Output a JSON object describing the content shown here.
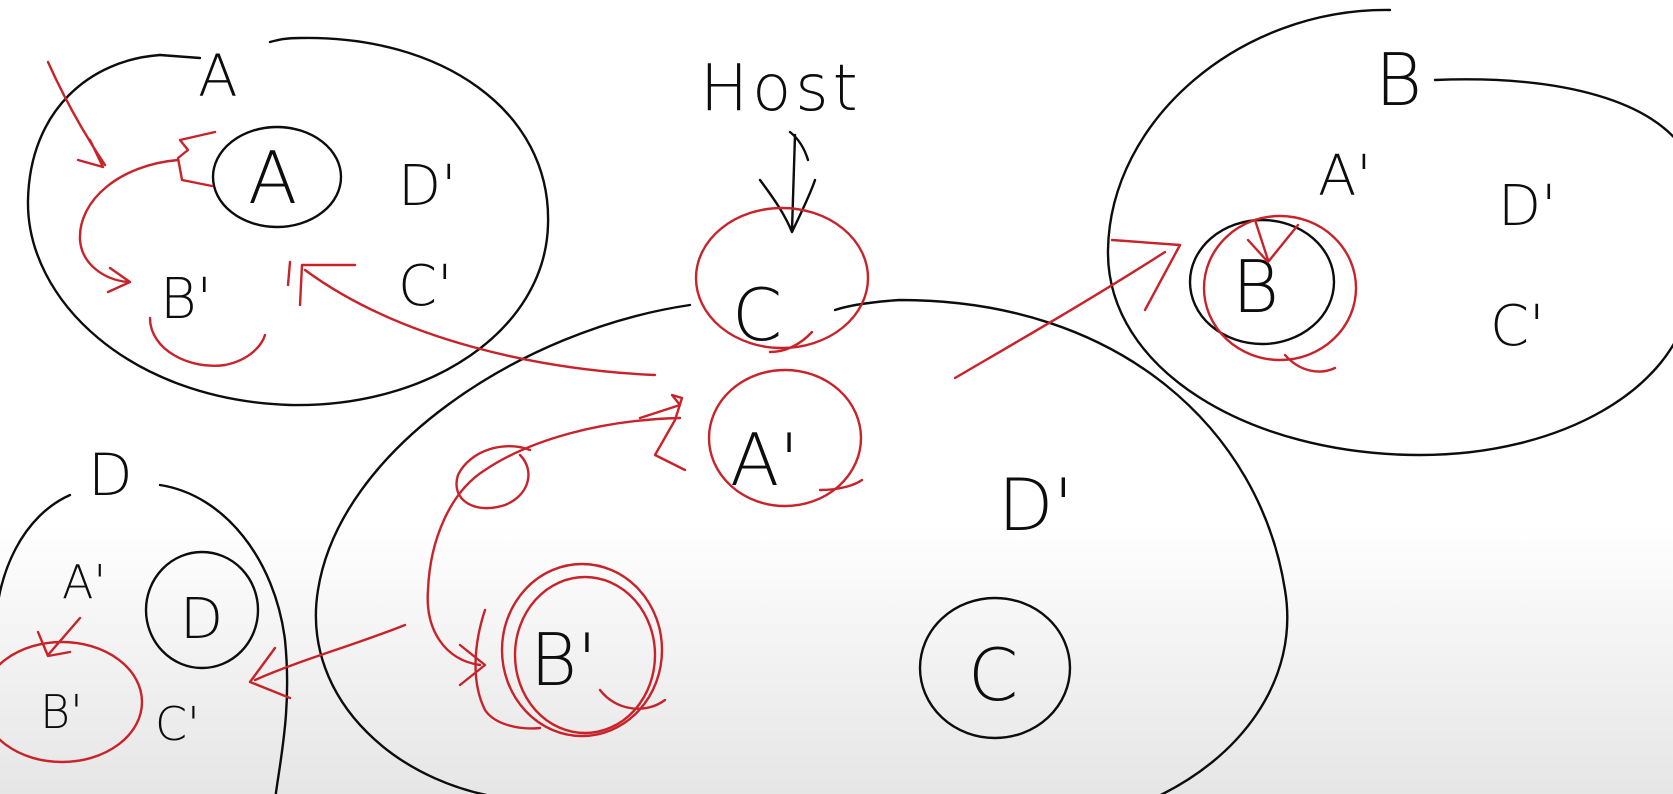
{
  "labels": {
    "host": "Host",
    "tl_title": "A",
    "tl_node_a": "A",
    "tl_d": "D'",
    "tl_b": "B'",
    "tl_c": "C'",
    "tr_title": "B",
    "tr_a": "A'",
    "tr_d": "D'",
    "tr_node_b": "B",
    "tr_c": "C'",
    "bl_title": "D",
    "bl_a": "A'",
    "bl_node_d": "D",
    "bl_b": "B'",
    "bl_c": "C'",
    "center_c": "C",
    "center_a": "A'",
    "center_d": "D'",
    "center_b": "B'",
    "center_node_c": "C"
  },
  "colors": {
    "ink": "#0d0d0d",
    "annotation": "#c8232a",
    "background": "#ffffff"
  }
}
